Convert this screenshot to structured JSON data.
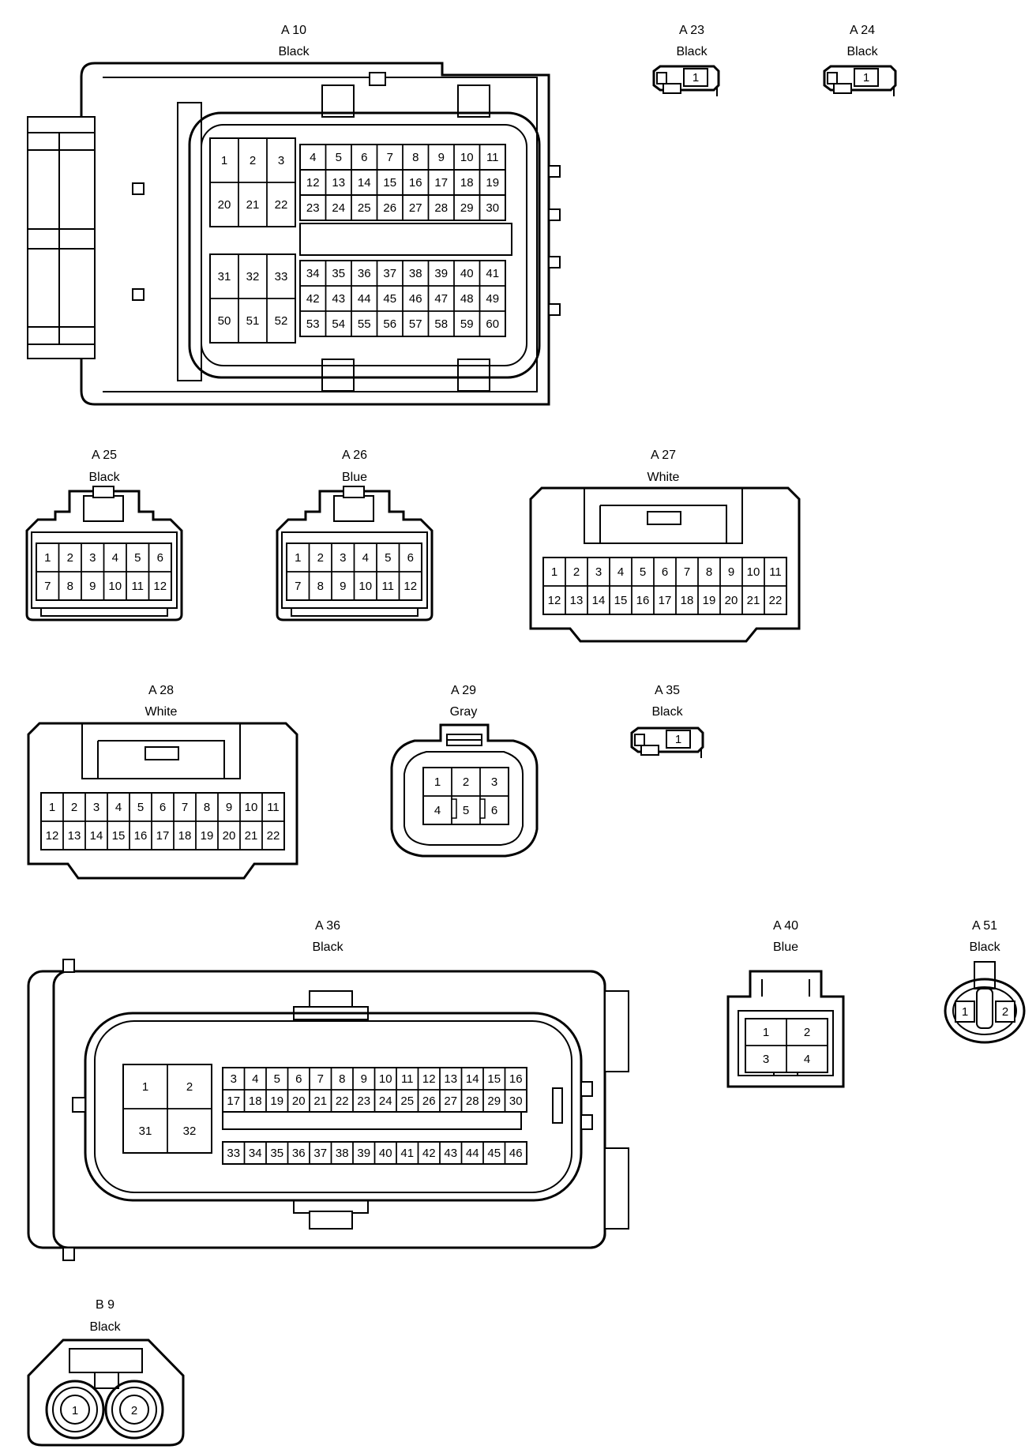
{
  "connectors": [
    {
      "id": "A 10",
      "color": "Black",
      "pins": [
        "1",
        "2",
        "3",
        "20",
        "21",
        "22",
        "4",
        "5",
        "6",
        "7",
        "8",
        "9",
        "10",
        "11",
        "12",
        "13",
        "14",
        "15",
        "16",
        "17",
        "18",
        "19",
        "23",
        "24",
        "25",
        "26",
        "27",
        "28",
        "29",
        "30",
        "31",
        "32",
        "33",
        "50",
        "51",
        "52",
        "34",
        "35",
        "36",
        "37",
        "38",
        "39",
        "40",
        "41",
        "42",
        "43",
        "44",
        "45",
        "46",
        "47",
        "48",
        "49",
        "53",
        "54",
        "55",
        "56",
        "57",
        "58",
        "59",
        "60"
      ]
    },
    {
      "id": "A 23",
      "color": "Black",
      "pins": [
        "1"
      ]
    },
    {
      "id": "A 24",
      "color": "Black",
      "pins": [
        "1"
      ]
    },
    {
      "id": "A 25",
      "color": "Black",
      "pins": [
        "1",
        "2",
        "3",
        "4",
        "5",
        "6",
        "7",
        "8",
        "9",
        "10",
        "11",
        "12"
      ]
    },
    {
      "id": "A 26",
      "color": "Blue",
      "pins": [
        "1",
        "2",
        "3",
        "4",
        "5",
        "6",
        "7",
        "8",
        "9",
        "10",
        "11",
        "12"
      ]
    },
    {
      "id": "A 27",
      "color": "White",
      "pins": [
        "1",
        "2",
        "3",
        "4",
        "5",
        "6",
        "7",
        "8",
        "9",
        "10",
        "11",
        "12",
        "13",
        "14",
        "15",
        "16",
        "17",
        "18",
        "19",
        "20",
        "21",
        "22"
      ]
    },
    {
      "id": "A 28",
      "color": "White",
      "pins": [
        "1",
        "2",
        "3",
        "4",
        "5",
        "6",
        "7",
        "8",
        "9",
        "10",
        "11",
        "12",
        "13",
        "14",
        "15",
        "16",
        "17",
        "18",
        "19",
        "20",
        "21",
        "22"
      ]
    },
    {
      "id": "A 29",
      "color": "Gray",
      "pins": [
        "1",
        "2",
        "3",
        "4",
        "5",
        "6"
      ]
    },
    {
      "id": "A 35",
      "color": "Black",
      "pins": [
        "1"
      ]
    },
    {
      "id": "A 36",
      "color": "Black",
      "pins": [
        "1",
        "2",
        "31",
        "32",
        "3",
        "4",
        "5",
        "6",
        "7",
        "8",
        "9",
        "10",
        "11",
        "12",
        "13",
        "14",
        "15",
        "16",
        "17",
        "18",
        "19",
        "20",
        "21",
        "22",
        "23",
        "24",
        "25",
        "26",
        "27",
        "28",
        "29",
        "30",
        "33",
        "34",
        "35",
        "36",
        "37",
        "38",
        "39",
        "40",
        "41",
        "42",
        "43",
        "44",
        "45",
        "46"
      ]
    },
    {
      "id": "A 40",
      "color": "Blue",
      "pins": [
        "1",
        "2",
        "3",
        "4"
      ]
    },
    {
      "id": "A 51",
      "color": "Black",
      "pins": [
        "1",
        "2"
      ]
    },
    {
      "id": "B 9",
      "color": "Black",
      "pins": [
        "1",
        "2"
      ]
    }
  ]
}
